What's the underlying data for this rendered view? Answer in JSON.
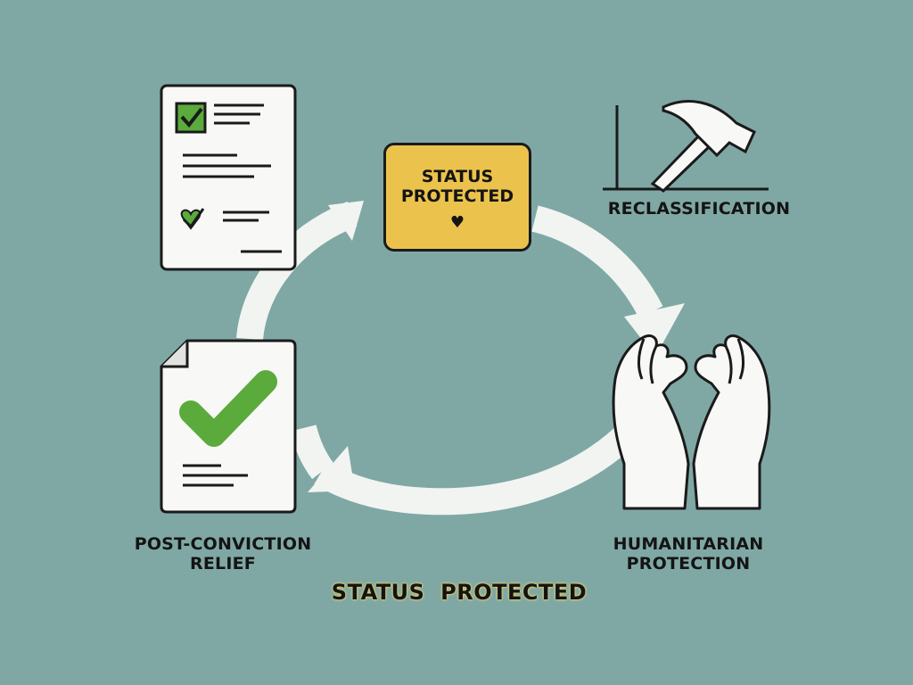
{
  "status_box": {
    "line1": "STATUS",
    "line2": "PROTECTED",
    "heart_glyph": "♥"
  },
  "labels": {
    "reclassification": "RECLASSIFICATION",
    "post_conviction_line1": "POST-CONVICTION",
    "post_conviction_line2": "RELIEF",
    "humanitarian_line1": "HUMANITARIAN",
    "humanitarian_line2": "PROTECTION"
  },
  "bottom_title": "STATUS  PROTECTED",
  "colors": {
    "background": "#7fa8a5",
    "status_box": "#ebc24c",
    "check_green": "#5aaa3c",
    "cycle_arrow": "#f2f4f2",
    "outline": "#1a1a1a",
    "paper": "#f8f8f6"
  },
  "icons": [
    "document-checklist-icon",
    "document-approved-icon",
    "gavel-icon",
    "hands-heart-icon",
    "heart-icon"
  ]
}
